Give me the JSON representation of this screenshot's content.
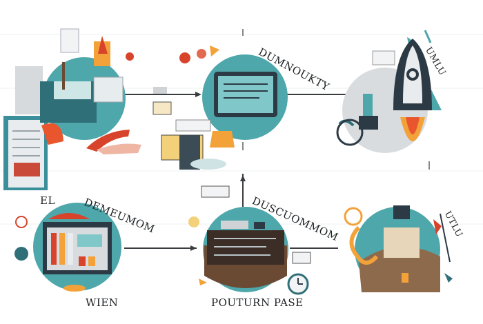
{
  "labels": {
    "top_center": "DUMNOUKTY",
    "mid_left_small": "EL",
    "mid_left": "DEMEUMOM",
    "mid_center": "DUSCUOMMOM",
    "bottom_left": "WIEN",
    "bottom_center": "POUTURN PASE",
    "right_top": "UMLU",
    "right_bottom": "UTLU"
  },
  "colors": {
    "teal": "#4ea7ab",
    "dark_teal": "#2f6f78",
    "orange": "#f3a23a",
    "red": "#d8432b",
    "brown": "#6b4a33",
    "ink": "#1d1f22",
    "grey": "#cfd3d6"
  },
  "icons": [
    "laptop-icon",
    "monitor-icon",
    "rocket-icon",
    "presentation-board-icon",
    "control-panel-icon",
    "workbench-icon",
    "clock-icon",
    "lightbulb-icon"
  ]
}
